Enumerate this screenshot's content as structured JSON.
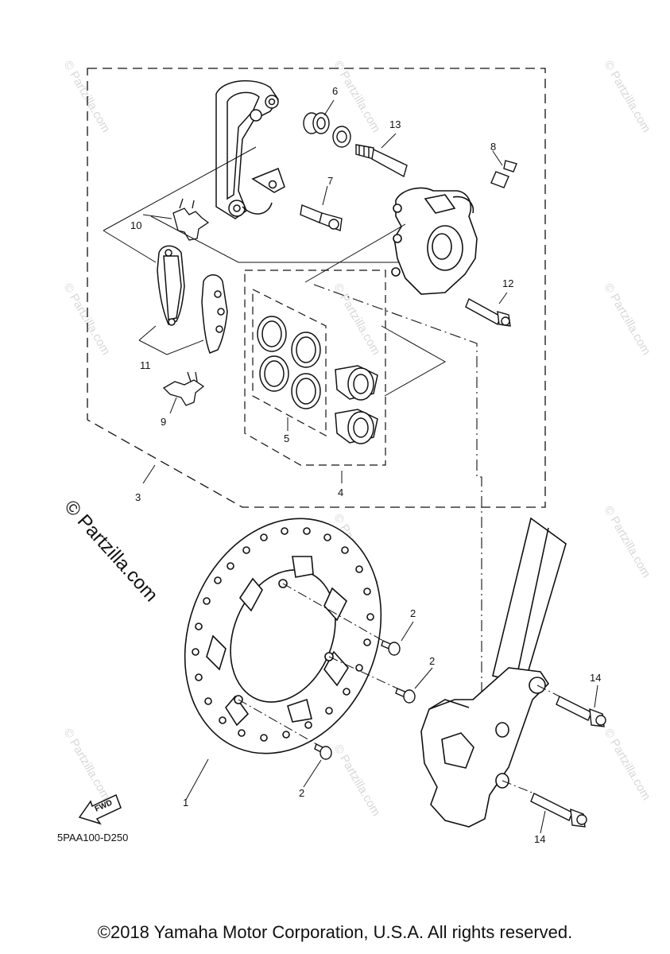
{
  "diagram": {
    "diagram_code": "5PAA100-D250",
    "callouts": [
      "1",
      "2",
      "2",
      "2",
      "3",
      "4",
      "5",
      "6",
      "7",
      "8",
      "9",
      "10",
      "11",
      "12",
      "13",
      "14",
      "14"
    ],
    "fwd_label": "FWD",
    "watermark_large": "© Partzilla.com",
    "watermark_small": "© Partzilla.com"
  },
  "footer": {
    "copyright": "©2018 Yamaha Motor Corporation, U.S.A. All rights reserved."
  }
}
